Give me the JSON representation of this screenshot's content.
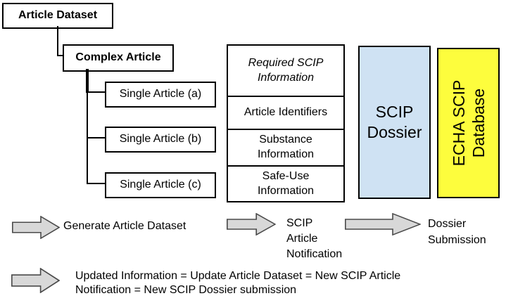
{
  "palette": {
    "box_border": "#000000",
    "dossier_fill": "#cfe2f3",
    "database_fill": "#fdfd3d",
    "arrow_fill": "#d8d8d8",
    "arrow_stroke": "#4a4a4a"
  },
  "tree": {
    "root_label": "Article Dataset",
    "parent_label": "Complex Article",
    "children": [
      {
        "label": "Single Article (a)"
      },
      {
        "label": "Single Article (b)"
      },
      {
        "label": "Single Article (c)"
      }
    ]
  },
  "scip_table": {
    "header": "Required SCIP\nInformation",
    "rows": [
      {
        "label": "Article Identifiers"
      },
      {
        "label": "Substance\nInformation"
      },
      {
        "label": "Safe-Use\nInformation"
      }
    ]
  },
  "dossier_box_label": "SCIP\nDossier",
  "database_box_label": "ECHA SCIP\nDatabase",
  "flow": [
    {
      "label": "Generate Article Dataset"
    },
    {
      "label": "SCIP\nArticle\nNotification"
    },
    {
      "label": "Dossier\nSubmission"
    }
  ],
  "update_note": "Updated Information = Update Article Dataset = New SCIP Article\nNotification = New SCIP Dossier submission"
}
